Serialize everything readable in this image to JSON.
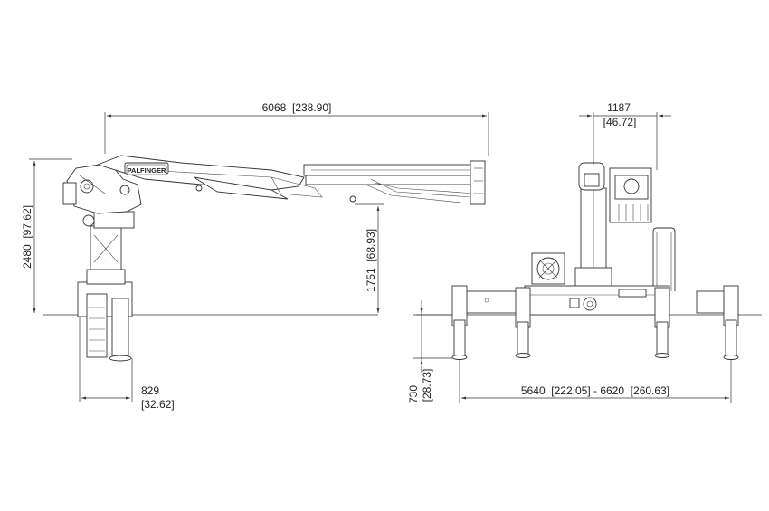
{
  "brand": "PALFINGER",
  "dimensions": {
    "reach": "6068  [238.90]",
    "height_total": "2480  [97.62]",
    "height_mount": "1751  [68.93]",
    "base_depth": "829",
    "base_depth_in": "[32.62]",
    "width_column": "1187",
    "width_column_in": "[46.72]",
    "outrigger_height": "730",
    "outrigger_height_in": "[28.73]",
    "outrigger_span": "5640  [222.05] - 6620  [260.63]"
  },
  "colors": {
    "line": "#333333",
    "background": "#ffffff"
  }
}
